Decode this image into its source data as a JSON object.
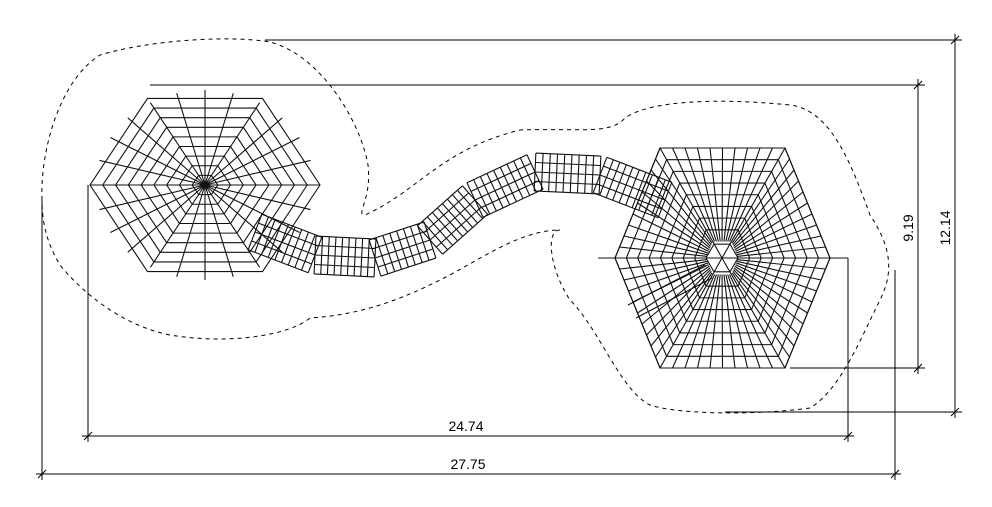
{
  "drawing": {
    "dimensions": {
      "inner_width": "24.74",
      "outer_width": "27.75",
      "inner_height": "9.19",
      "outer_height": "12.14"
    }
  }
}
